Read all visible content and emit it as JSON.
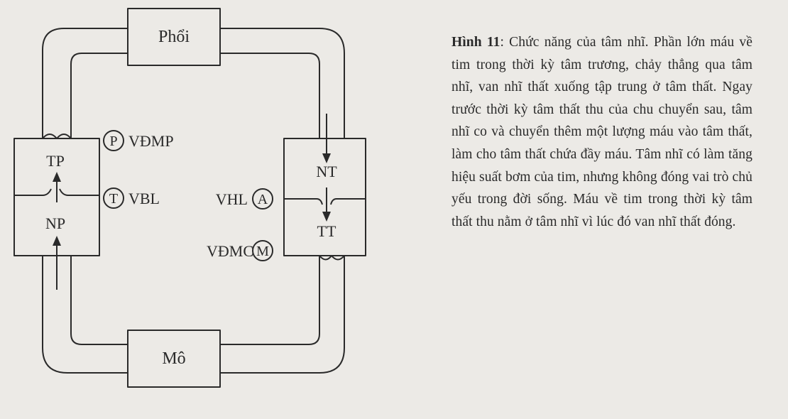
{
  "diagram": {
    "lung": "Phổi",
    "tissue": "Mô",
    "right_atrium": "NP",
    "right_ventricle": "TP",
    "left_atrium": "NT",
    "left_ventricle": "TT",
    "valves": {
      "pulmonary": {
        "letter": "P",
        "label": "VĐMP"
      },
      "tricuspid": {
        "letter": "T",
        "label": "VBL"
      },
      "mitral": {
        "letter": "A",
        "label": "VHL"
      },
      "aortic": {
        "letter": "M",
        "label": "VĐMC"
      }
    }
  },
  "caption": {
    "title": "Hình 11",
    "text": ": Chức năng của tâm nhĩ. Phần lớn máu về tim trong thời kỳ tâm trương, chảy thẳng qua tâm nhĩ, van nhĩ thất xuống tập trung ở tâm thất. Ngay trước thời kỳ tâm thất thu của chu chuyển sau, tâm nhĩ co và chuyển thêm một lượng máu vào tâm thất, làm cho tâm thất chứa đầy máu. Tâm nhĩ có làm tăng hiệu suất bơm của tim, nhưng không đóng vai trò chủ yếu trong đời sống. Máu về tim trong thời kỳ tâm thất thu nằm ở tâm nhĩ vì lúc đó van nhĩ thất đóng."
  },
  "colors": {
    "ink": "#2a2a2a",
    "paper": "#eceae6"
  }
}
